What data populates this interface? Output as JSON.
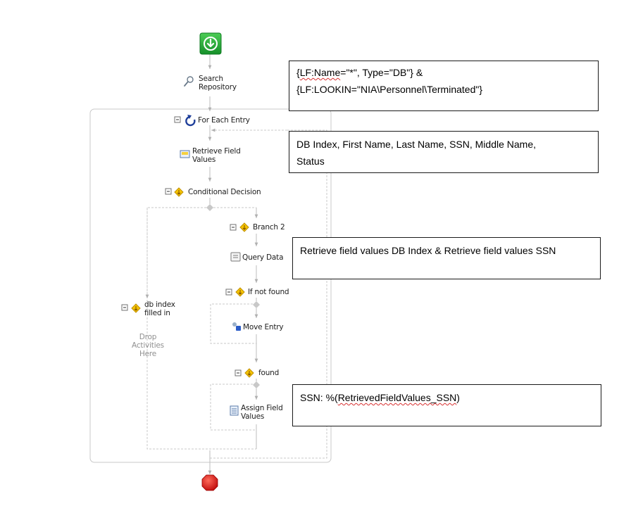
{
  "workflow": {
    "search_repository": [
      "Search",
      "Repository"
    ],
    "for_each_entry": "For Each Entry",
    "retrieve_field_values": [
      "Retrieve Field",
      "Values"
    ],
    "conditional_decision": "Conditional Decision",
    "branch_2": "Branch 2",
    "query_data": "Query Data",
    "if_not_found": "If not found",
    "move_entry": "Move Entry",
    "found": "found",
    "assign_field_values": [
      "Assign Field",
      "Values"
    ],
    "db_index_filled_in": [
      "db index",
      "filled in"
    ],
    "drop_activities": [
      "Drop",
      "Activities",
      "Here"
    ]
  },
  "notes": {
    "search_note": {
      "line1_prefix": "{",
      "line1_squiggle": "LF:Name",
      "line1_rest": "=\"*\", Type=\"DB\"} &",
      "line2": "{LF:LOOKIN=\"NIA\\Personnel\\Terminated\"}"
    },
    "retrieve_note": {
      "line1": "DB Index, First Name, Last Name, SSN, Middle Name,",
      "line2": "Status"
    },
    "query_note": {
      "line1": "Retrieve field values DB Index & Retrieve field values SSN"
    },
    "assign_note": {
      "prefix": "SSN: %(",
      "squiggle": "RetrievedFieldValues_SSN",
      "suffix": ")"
    }
  },
  "colors": {
    "start": "#2aa83a",
    "stop": "#d81818",
    "diamond": "#f5c400",
    "connector": "#b8b8b8",
    "loop": "#1f3f9a"
  }
}
